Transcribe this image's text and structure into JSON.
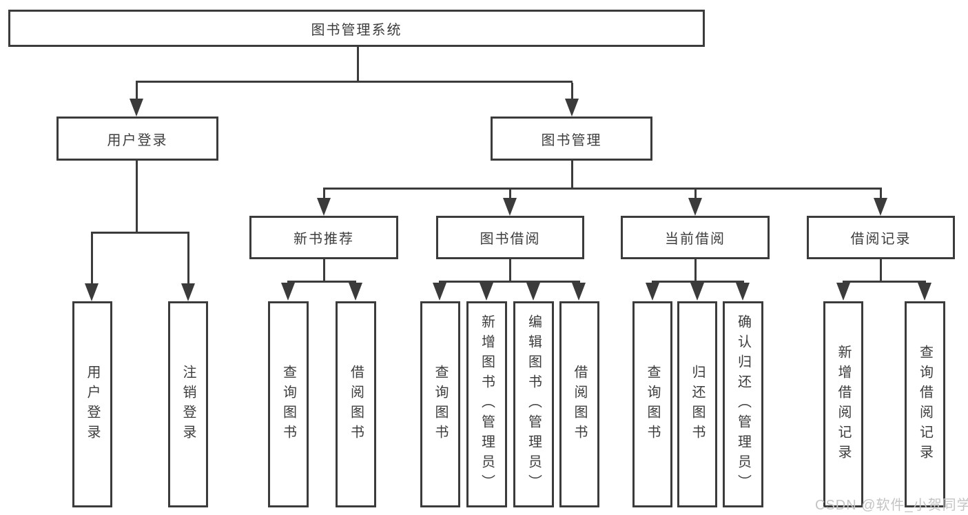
{
  "diagram": {
    "root": {
      "label": "图书管理系统"
    },
    "level2": [
      {
        "id": "user-login",
        "label": "用户登录"
      },
      {
        "id": "book-management",
        "label": "图书管理"
      }
    ],
    "level3": [
      {
        "id": "new-book-recommendation",
        "label": "新书推荐",
        "parent": "book-management"
      },
      {
        "id": "book-borrowing",
        "label": "图书借阅",
        "parent": "book-management"
      },
      {
        "id": "current-borrowing",
        "label": "当前借阅",
        "parent": "book-management"
      },
      {
        "id": "borrowing-records",
        "label": "借阅记录",
        "parent": "book-management"
      }
    ],
    "leaves": [
      {
        "parent": "user-login",
        "label": "用户登录"
      },
      {
        "parent": "user-login",
        "label": "注销登录"
      },
      {
        "parent": "new-book-recommendation",
        "label": "查询图书"
      },
      {
        "parent": "new-book-recommendation",
        "label": "借阅图书"
      },
      {
        "parent": "book-borrowing",
        "label": "查询图书"
      },
      {
        "parent": "book-borrowing",
        "label": "新增图书（管理员）"
      },
      {
        "parent": "book-borrowing",
        "label": "编辑图书（管理员）"
      },
      {
        "parent": "book-borrowing",
        "label": "借阅图书"
      },
      {
        "parent": "current-borrowing",
        "label": "查询图书"
      },
      {
        "parent": "current-borrowing",
        "label": "归还图书"
      },
      {
        "parent": "current-borrowing",
        "label": "确认归还（管理员）"
      },
      {
        "parent": "borrowing-records",
        "label": "新增借阅记录"
      },
      {
        "parent": "borrowing-records",
        "label": "查询借阅记录"
      }
    ]
  },
  "watermark": "CSDN @软件_小贺同学",
  "colors": {
    "line": "#3b3b3b",
    "text": "#3d3d3d",
    "watermark": "#c4c4c4",
    "background": "#ffffff"
  }
}
